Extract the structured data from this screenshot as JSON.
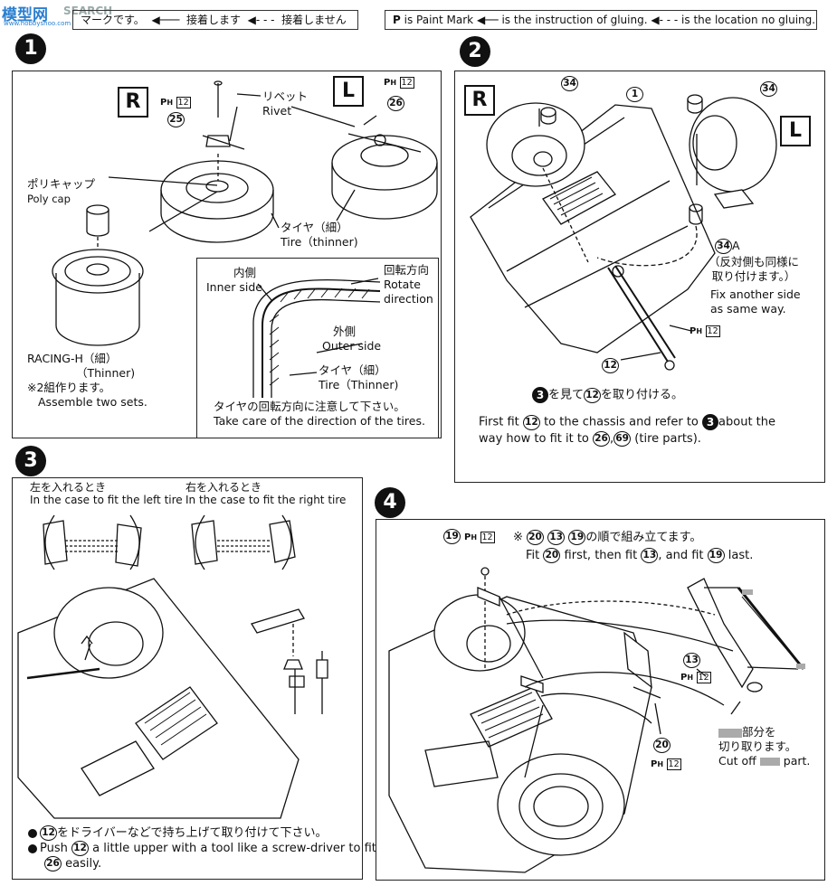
{
  "watermark": {
    "brand": "模型网",
    "search": "SEARCH",
    "url": "www.hobbyshoo.com"
  },
  "legend_jp": {
    "text": "マークです。",
    "glue": "接着します",
    "noglue": "接着しません"
  },
  "legend_en": {
    "paint": "is Paint Mark",
    "glue": "is the instruction of gluing.",
    "noglue": "is the location no gluing."
  },
  "step1": {
    "num": "1",
    "R": "R",
    "L": "L",
    "paint_code": "12",
    "part_R": "25",
    "part_L": "26",
    "rivet_jp": "リベット",
    "rivet_en": "Rivet",
    "polycap_jp": "ポリキャップ",
    "polycap_en": "Poly cap",
    "tire_jp": "タイヤ（細）",
    "tire_en": "Tire（thinner)",
    "racing_jp": "RACING-H（細）",
    "racing_en": "（Thinner)",
    "sets_jp": "※2組作ります。",
    "sets_en": "Assemble two sets.",
    "inner_jp": "内側",
    "inner_en": "Inner side",
    "rotate_jp": "回転方向",
    "rotate_en1": "Rotate",
    "rotate_en2": "direction",
    "outer_jp": "外側",
    "outer_en": "Outer side",
    "tire2_jp": "タイヤ（細）",
    "tire2_en": "Tire（Thinner)",
    "caution_jp": "タイヤの回転方向に注意して下さい。",
    "caution_en": "Take care of the direction of the tires."
  },
  "step2": {
    "num": "2",
    "R": "R",
    "L": "L",
    "part_34": "34",
    "part_1": "1",
    "part_34A": "34",
    "suffix_A": "A",
    "other_jp1": "（反対側も同様に",
    "other_jp2": "取り付けます。）",
    "other_en1": "Fix another side",
    "other_en2": "as same way.",
    "paint_code": "12",
    "part_12": "12",
    "step_ref": "3",
    "instr_jp_pre": "を見て",
    "instr_jp_post": "を取り付ける。",
    "instr_en1_pre": "First fit",
    "instr_en1_mid": "to the chassis and refer to",
    "instr_en1_post": "about the",
    "instr_en2_pre": "way how to fit it to",
    "instr_en2_p1": "26",
    "instr_en2_p2": "69",
    "instr_en2_post": "(tire parts)."
  },
  "step3": {
    "num": "3",
    "left_jp": "左を入れるとき",
    "left_en": "In the case to fit the left tire",
    "right_jp": "右を入れるとき",
    "right_en": "In the case to fit the right tire",
    "note_jp": "をドライバーなどで持ち上げて取り付けて下さい。",
    "note_en_pre": "Push",
    "note_en_post": "a little upper with a tool like a screw-driver to fit",
    "note_en2": "easily.",
    "part_12": "12",
    "part_26": "26"
  },
  "step4": {
    "num": "4",
    "part_19": "19",
    "paint_code": "12",
    "order_prefix": "※",
    "order_p20": "20",
    "order_p13": "13",
    "order_p19": "19",
    "order_jp": "の順で組み立てます。",
    "order_en_1": "Fit",
    "order_en_2": "first, then fit",
    "order_en_3": ", and fit",
    "order_en_4": "last.",
    "part_13": "13",
    "part_20": "20",
    "cut_jp1": "部分を",
    "cut_jp2": "切り取ります。",
    "cut_en_pre": "Cut off",
    "cut_en_post": "part."
  }
}
